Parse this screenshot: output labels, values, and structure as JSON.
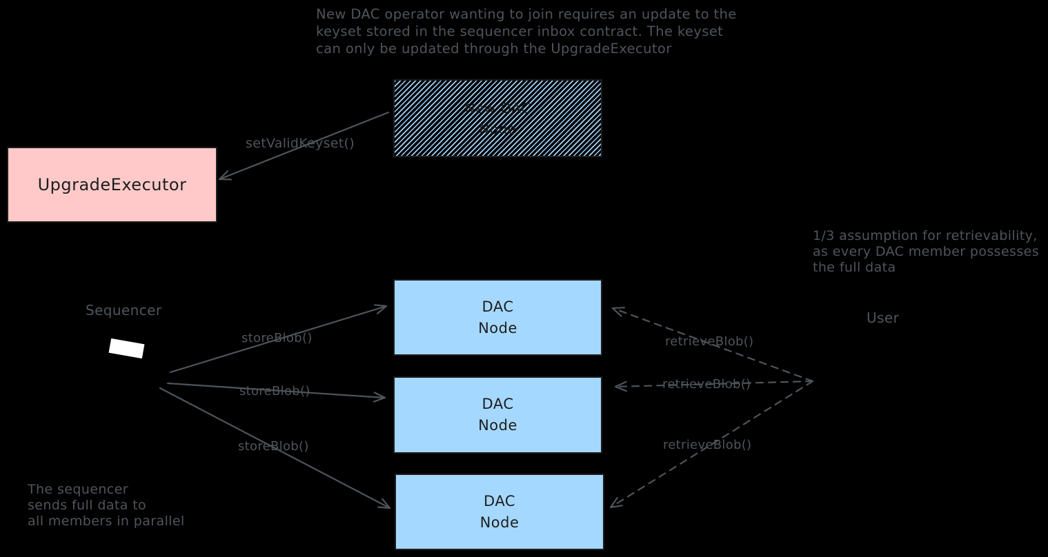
{
  "colors": {
    "background": "#000000",
    "stroke_gray": "#4f555b",
    "ink_black": "#1e1e1e",
    "pink_fill": "#ffc9c9",
    "blue_fill": "#a5d8ff",
    "white": "#ffffff"
  },
  "notes": {
    "top": "New DAC operator wanting to join requires an update to the\nkeyset stored in the sequencer inbox contract. The keyset\ncan only be updated through the UpgradeExecutor",
    "assumption": "1/3 assumption for retrievability,\nas every DAC member possesses\nthe full data",
    "parallel": "The sequencer\nsends full data to\nall members in parallel"
  },
  "actors": {
    "sequencer": "Sequencer",
    "user": "User"
  },
  "nodes": {
    "upgrade_executor": {
      "label": "UpgradeExecutor"
    },
    "new_dac_node": {
      "label": "New DAC\nNode"
    },
    "dac_nodes": [
      {
        "label": "DAC\nNode"
      },
      {
        "label": "DAC\nNode"
      },
      {
        "label": "DAC\nNode"
      }
    ]
  },
  "edge_labels": {
    "set_valid_keyset": "setValidKeyset()",
    "store_blob": [
      "storeBlob()",
      "storeBlob()",
      "storeBlob()"
    ],
    "retrieve_blob": [
      "retrieveBlob()",
      "retrieveBlob()",
      "retrieveBlob()"
    ]
  }
}
